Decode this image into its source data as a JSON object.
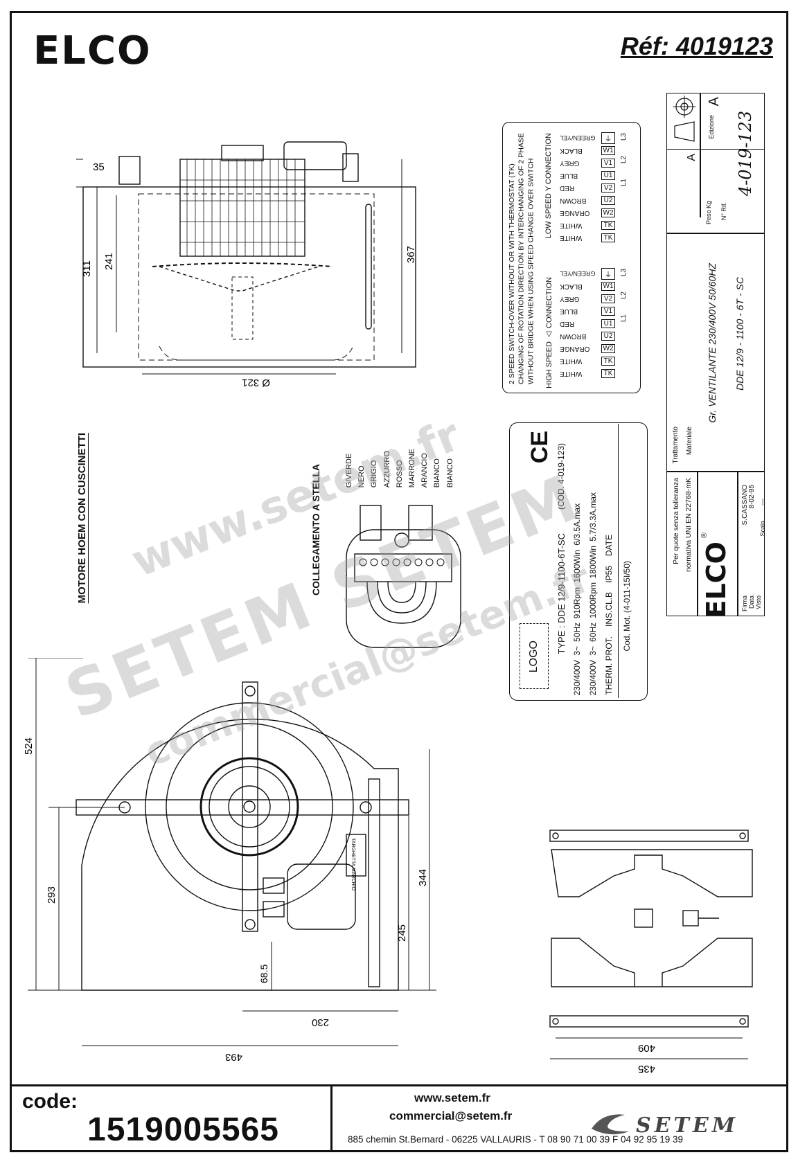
{
  "header": {
    "brand": "ELCO",
    "reference": "Réf: 4019123"
  },
  "top_view": {
    "dim_35": "35",
    "dim_311": "311",
    "dim_241": "241",
    "dim_367": "367",
    "dim_diameter": "Ø 321"
  },
  "side_titles": {
    "motor": "MOTORE HOEM CON CUSCINETTI",
    "star_connection": "COLLEGAMENTO A STELLA"
  },
  "wire_colors_it": [
    "G/VERDE",
    "NERO",
    "GRIGIO",
    "AZZURRO",
    "ROSSO",
    "MARRONE",
    "ARANCIO",
    "BIANCO",
    "BIANCO"
  ],
  "wiring_label": {
    "note_lines": [
      "2 SPEED SWITCH-OVER WITHOUT OR WITH THERMOSTAT (TK)",
      "CHANGING OF ROTATION DIRECTION BY INTERCHANGING OF 2 PHASE",
      "WITHOUT BRIDGE WHEN USING SPEED CHANGE OVER SWITCH"
    ],
    "high_speed": "HIGH SPEED △ CONNECTION",
    "low_speed": "LOW SPEED Y CONNECTION",
    "colors_en": [
      "WHITE",
      "WHITE",
      "ORANGE",
      "BROWN",
      "RED",
      "BLUE",
      "GREY",
      "BLACK",
      "GREEN/YEL"
    ],
    "terminals": [
      "TK",
      "TK",
      "W2",
      "U2",
      "U1",
      "V1",
      "V2",
      "W1",
      "⏚"
    ],
    "terminals_low": [
      "TK",
      "TK",
      "W2",
      "U2",
      "V2",
      "U1",
      "V1",
      "W1",
      "⏚"
    ],
    "lines": [
      "L1",
      "L2",
      "L3"
    ]
  },
  "nameplate": {
    "logo": "LOGO",
    "ce": "CE",
    "type": "TYPE : DDE 12/9-1100-6T-SC",
    "cod": "(COD. 4-019-123)",
    "row1": [
      "230/400V",
      "3~",
      "50Hz",
      "910Rpm",
      "1600Win",
      "6/3.5A.max"
    ],
    "row2": [
      "230/400V",
      "3~",
      "60Hz",
      "1000Rpm",
      "1800Win",
      "5.7/3.3A.max"
    ],
    "row3": [
      "THERM. PROT.",
      "INS.CL.B",
      "IP55",
      "DATE"
    ],
    "cod_mot": "Cod. Mot. (4-011-15I/50)"
  },
  "title_block": {
    "edition_label": "Edizione",
    "edition": "A",
    "rev_a": "A",
    "peso_label": "Peso Kg",
    "nrif_label": "N° Rif.",
    "drawing_number": "4-019-123",
    "trattamento_label": "Trattamento",
    "materiale_label": "Materiale",
    "description": "Gr. VENTILANTE 230/400V 50/60HZ",
    "model": "DDE 12/9 - 1100 - 6T - SC",
    "tolerance_line1": "Per quote senza tolleranza",
    "tolerance_line2": "normativa UNI EN 22768-mK",
    "firma_label": "Firma",
    "firma": "S.CASSANO",
    "data_label": "Data",
    "data": "8-02-95",
    "visto_label": "Visto",
    "scala_label": "Scala",
    "scala": "---",
    "company": "ELCO",
    "registered": "®"
  },
  "front_view": {
    "dim_524": "524",
    "dim_293": "293",
    "dim_68_5": "68.5",
    "dim_245": "245",
    "dim_344": "344",
    "dim_230": "230",
    "dim_493": "493",
    "plate_text": "TARGHETTA MARCHIO"
  },
  "bracket": {
    "dim_409": "409",
    "dim_435": "435"
  },
  "watermarks": [
    "www.setem.fr",
    "SETEM SETEM",
    "commercial@setem.fr"
  ],
  "footer": {
    "code_label": "code:",
    "code_value": "1519005565",
    "website": "www.setem.fr",
    "email": "commercial@setem.fr",
    "address": "885 chemin St.Bernard  -  06225 VALLAURIS  -  T 08 90 71 00 39   F 04 92 95 19 39",
    "logo_text": "SETEM"
  }
}
